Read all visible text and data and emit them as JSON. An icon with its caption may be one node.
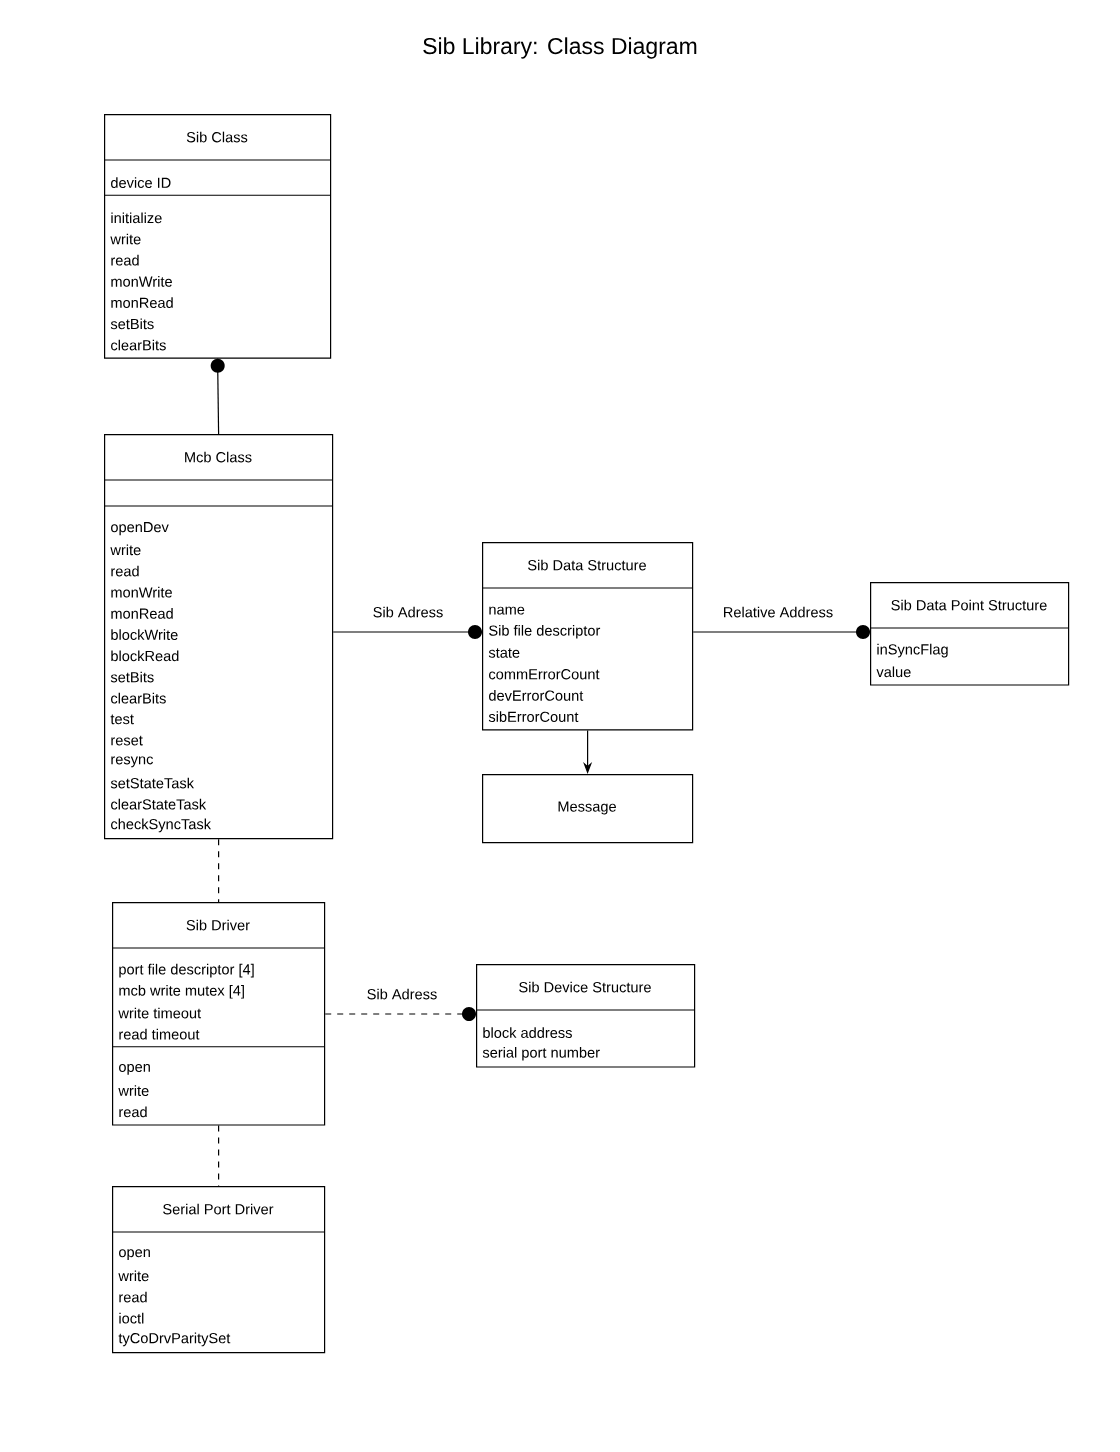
{
  "diagram": {
    "title": "Sib Library:  Class Diagram",
    "nodes": [
      {
        "text": [
          "Sib Class",
          "device ID",
          "initialize",
          "write",
          "read",
          "monWrite",
          "monRead",
          "setBits",
          "clearBits"
        ]
      },
      {
        "text": [
          "Mcb Class",
          "openDev",
          "write",
          "read",
          "monWrite",
          "monRead",
          "blockWrite",
          "blockRead",
          "setBits",
          "clearBits",
          "test",
          "reset",
          "resync",
          "setStateTask",
          "clearStateTask",
          "checkSyncTask"
        ]
      },
      {
        "text": [
          "Sib Data Structure",
          "name",
          "Sib file descriptor",
          "state",
          "commErrorCount",
          "devErrorCount",
          "sibErrorCount"
        ]
      },
      {
        "text": [
          "Sib Data Point Structure",
          "inSyncFlag",
          "value"
        ]
      },
      {
        "text": [
          "Message"
        ]
      },
      {
        "text": [
          "Sib Driver",
          "port file descriptor [4]",
          "mcb write mutex [4]",
          "write timeout",
          "read timeout",
          "open",
          "write",
          "read"
        ]
      },
      {
        "text": [
          "Sib Device Structure",
          "block address",
          "serial port number"
        ]
      },
      {
        "text": [
          "Serial Port Driver",
          "open",
          "write",
          "read",
          "ioctl",
          "tyCoDrvParitySet"
        ]
      }
    ],
    "edges": [
      {
        "from": 1,
        "to": 0,
        "arrow": "other"
      },
      {
        "from": 1,
        "to": 2,
        "arrow": "other",
        "label": "Sib Adress"
      },
      {
        "from": 2,
        "to": 3,
        "arrow": "other",
        "label": "Relative Address"
      },
      {
        "from": 2,
        "to": 4,
        "arrow": "to"
      },
      {
        "from": 1,
        "to": 5,
        "arrow": "none",
        "style": "dashed"
      },
      {
        "from": 5,
        "to": 6,
        "arrow": "other",
        "style": "dashed",
        "label": "Sib Adress"
      },
      {
        "from": 5,
        "to": 7,
        "arrow": "none",
        "style": "dashed"
      }
    ]
  }
}
